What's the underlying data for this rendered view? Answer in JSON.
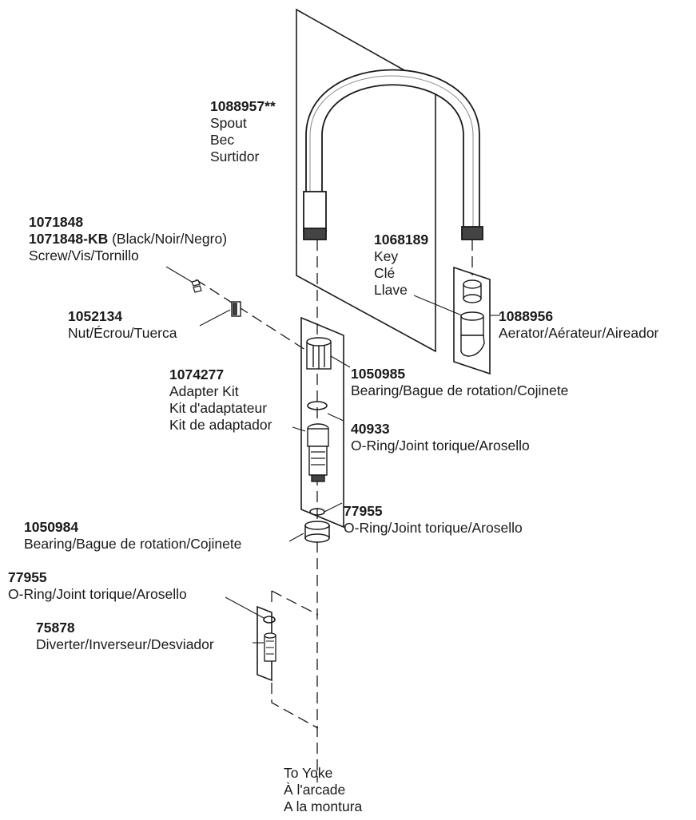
{
  "parts": {
    "spout": {
      "number": "1088957**",
      "lines": [
        "Spout",
        "Bec",
        "Surtidor"
      ]
    },
    "screw": {
      "number": "1071848",
      "number2": "1071848-KB",
      "variant": " (Black/Noir/Negro)",
      "desc": "Screw/Vis/Tornillo"
    },
    "key": {
      "number": "1068189",
      "lines": [
        "Key",
        "Clé",
        "Llave"
      ]
    },
    "aerator": {
      "number": "1088956",
      "desc": "Aerator/Aérateur/Aireador"
    },
    "nut": {
      "number": "1052134",
      "desc": "Nut/Écrou/Tuerca"
    },
    "adapter_kit": {
      "number": "1074277",
      "lines": [
        "Adapter Kit",
        "Kit d'adaptateur",
        "Kit de adaptador"
      ]
    },
    "bearing_upper": {
      "number": "1050985",
      "desc": "Bearing/Bague de rotation/Cojinete"
    },
    "oring_40933": {
      "number": "40933",
      "desc": "O-Ring/Joint torique/Arosello"
    },
    "oring_77955_a": {
      "number": "77955",
      "desc": "O-Ring/Joint torique/Arosello"
    },
    "bearing_lower": {
      "number": "1050984",
      "desc": "Bearing/Bague de rotation/Cojinete"
    },
    "oring_77955_b": {
      "number": "77955",
      "desc": "O-Ring/Joint torique/Arosello"
    },
    "diverter": {
      "number": "75878",
      "desc": "Diverter/Inverseur/Desviador"
    }
  },
  "to_yoke": [
    "To Yoke",
    "À l'arcade",
    "A la montura"
  ]
}
